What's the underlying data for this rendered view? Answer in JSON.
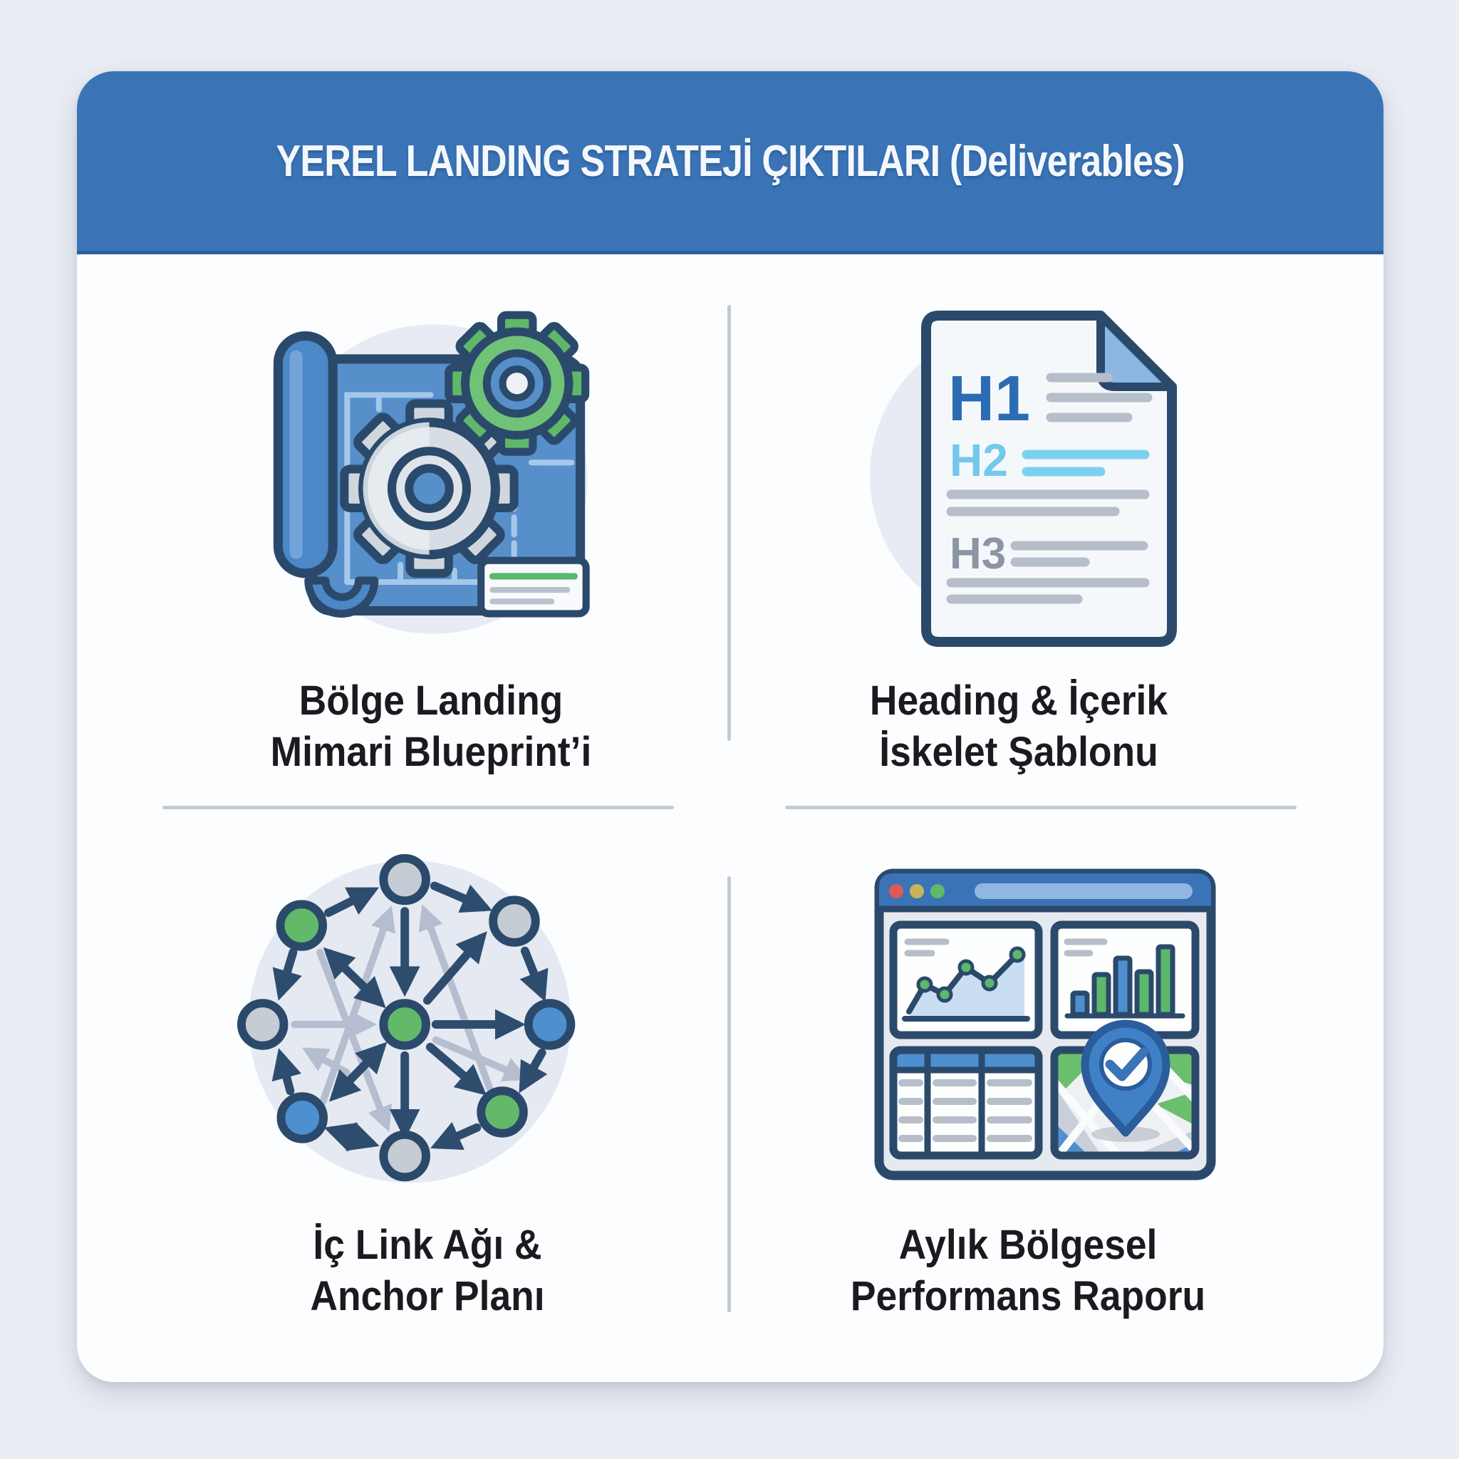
{
  "header": {
    "title": "YEREL LANDING STRATEJİ ÇIKTILARI (Deliverables)",
    "background": "#3A74B6",
    "text_color": "#F4F8FC"
  },
  "quadrants": [
    {
      "name": "bolge-landing-blueprint",
      "icon": "blueprint-gears-icon",
      "label_line1": "Bölge Landing",
      "label_line2": "Mimari Blueprint’i"
    },
    {
      "name": "heading-icerik-sablonu",
      "icon": "document-headings-icon",
      "label_line1": "Heading & İçerik",
      "label_line2": "İskelet Şablonu",
      "document_labels": {
        "h1": "H1",
        "h2": "H2",
        "h3": "H3"
      }
    },
    {
      "name": "ic-link-agi-anchor",
      "icon": "link-network-icon",
      "label_line1": "İç Link Ağı &",
      "label_line2": "Anchor Planı"
    },
    {
      "name": "aylik-performans-raporu",
      "icon": "dashboard-report-icon",
      "label_line1": "Aylık Bölgesel",
      "label_line2": "Performans Raporu"
    }
  ],
  "colors": {
    "page_background": "#EAEDF3",
    "card_background": "#FCFDFE",
    "header_blue": "#3A74B6",
    "outline_navy": "#2B4A6B",
    "accent_blue": "#4E8FD0",
    "accent_green": "#5CB86A",
    "accent_light_blue": "#74C8EC",
    "neutral_gray": "#C6CCD3",
    "divider_gray": "#C3C9D2"
  }
}
